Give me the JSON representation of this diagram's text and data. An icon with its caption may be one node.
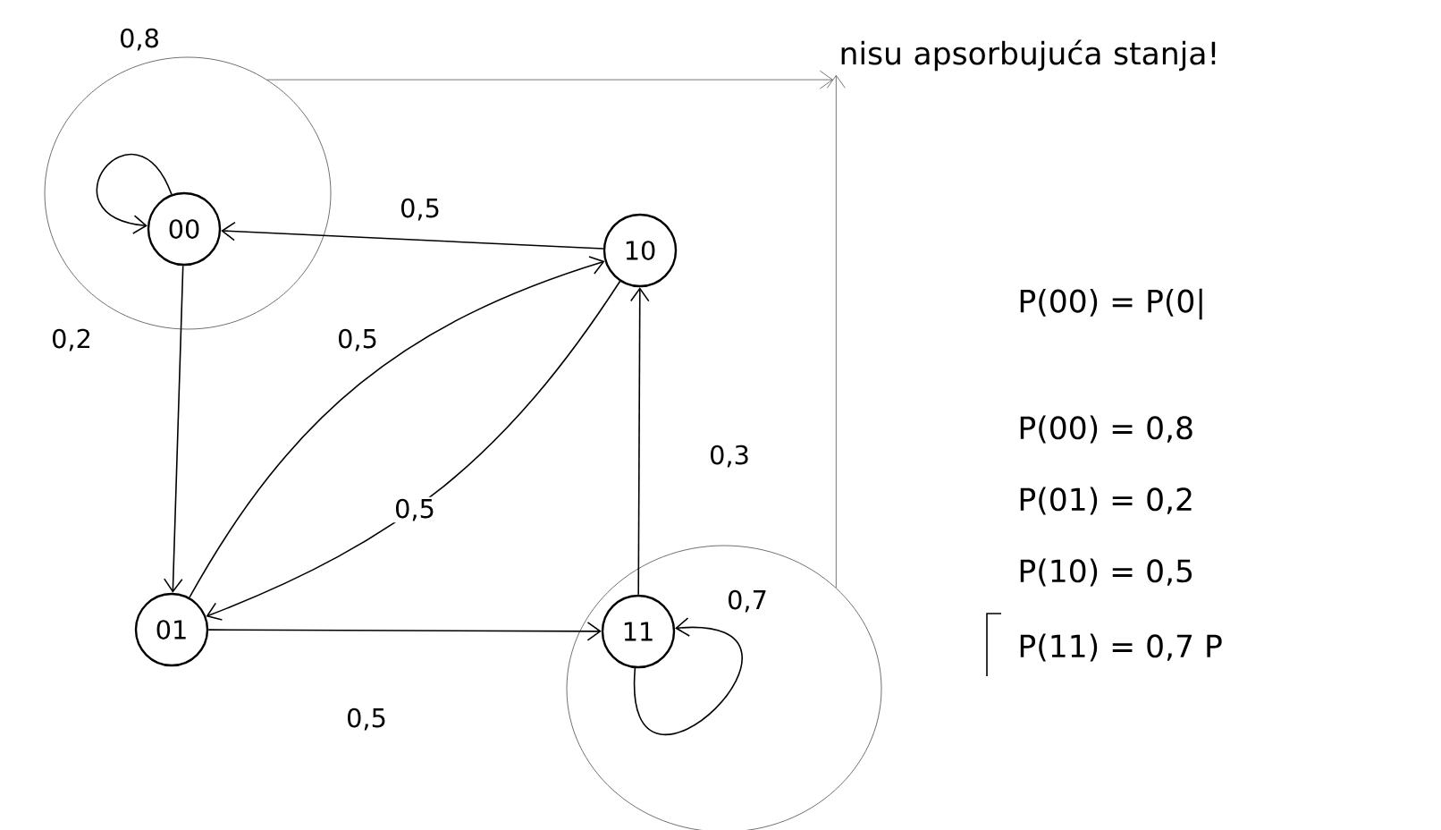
{
  "diagram": {
    "nodes": [
      {
        "text": [],
        "shape": "circle"
      },
      {
        "text": [
          "00"
        ],
        "in": 0
      },
      {
        "text": [
          "10"
        ]
      },
      {
        "text": [
          "01"
        ]
      },
      {
        "text": [],
        "shape": "circle"
      },
      {
        "text": [
          "11"
        ],
        "in": 4
      },
      {
        "text": [
          "nisu apsorbujuća stanja!"
        ]
      }
    ],
    "edges": [
      {
        "from": 1,
        "to": 1,
        "arrow": "to",
        "label": "0,8"
      },
      {
        "from": 2,
        "to": 1,
        "arrow": "to",
        "label": "0,5"
      },
      {
        "from": 1,
        "to": 3,
        "arrow": "to",
        "label": "0,2"
      },
      {
        "from": 3,
        "to": 2,
        "arrow": "to",
        "label": "0,5"
      },
      {
        "from": 2,
        "to": 3,
        "arrow": "to",
        "label": "0,5"
      },
      {
        "from": 3,
        "to": 5,
        "arrow": "to",
        "label": "0,5"
      },
      {
        "from": 5,
        "to": 2,
        "arrow": "to",
        "label": "0,3"
      },
      {
        "from": 5,
        "to": 5,
        "arrow": "to",
        "label": "0,7"
      },
      {
        "from": 0,
        "to": 6,
        "arrow": "to",
        "color": "#555555"
      },
      {
        "from": 4,
        "to": 6,
        "arrow": "to",
        "color": "#555555"
      }
    ],
    "labels": [
      "P(00) = P(0|",
      "P(00) = 0,8",
      "P(01) = 0,2",
      "P(10) = 0,5",
      "P(11) = 0,7 P"
    ]
  }
}
